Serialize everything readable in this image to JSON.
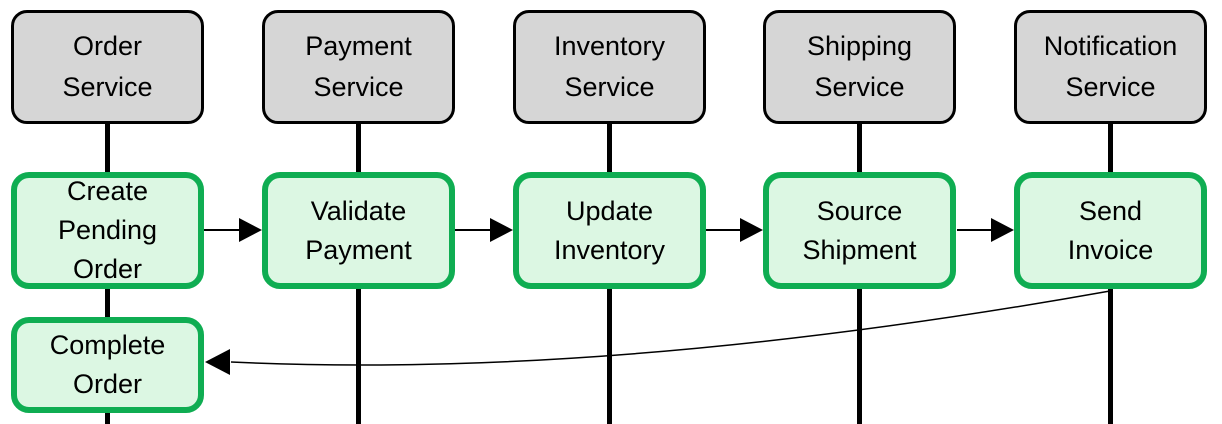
{
  "diagram": {
    "title_hint": "event choreography saga flow",
    "services": [
      {
        "label": "Order\nService"
      },
      {
        "label": "Payment\nService"
      },
      {
        "label": "Inventory\nService"
      },
      {
        "label": "Shipping\nService"
      },
      {
        "label": "Notification\nService"
      }
    ],
    "activities": [
      {
        "label": "Create\nPending\nOrder"
      },
      {
        "label": "Validate\nPayment"
      },
      {
        "label": "Update\nInventory"
      },
      {
        "label": "Source\nShipment"
      },
      {
        "label": "Send\nInvoice"
      }
    ],
    "final_activity": {
      "label": "Complete\nOrder"
    },
    "flow": [
      "Create Pending Order -> Validate Payment",
      "Validate Payment -> Update Inventory",
      "Update Inventory -> Source Shipment",
      "Source Shipment -> Send Invoice",
      "Send Invoice -> Complete Order (curved return)"
    ],
    "colors": {
      "service_fill": "#d6d6d6",
      "service_border": "#000000",
      "activity_fill": "#dcf7e3",
      "activity_border": "#0fad52",
      "lifeline": "#000000",
      "arrow": "#000000",
      "background": "#ffffff"
    }
  }
}
